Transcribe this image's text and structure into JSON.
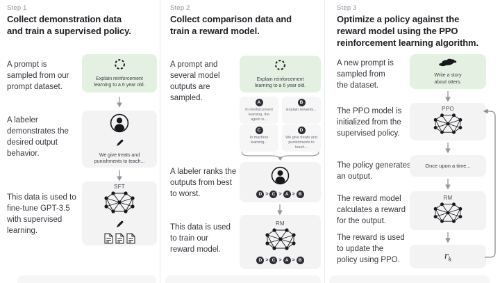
{
  "page": {
    "background": "#ffffff"
  },
  "colors": {
    "green_box": "#e4f1e2",
    "gray_box": "#f3f3f4",
    "grid_box": "#f6f6f7",
    "rank_circle": "#2e2e36",
    "arrow": "#95959f",
    "divider": "#e9e9ec",
    "step_label": "#8f8f9d",
    "heading": "#1f1f24",
    "body_text": "#36373d"
  },
  "icons": {
    "sampling-loop-icon": "dashed circle",
    "labeler-icon": "person in circle",
    "pencil-icon": "pencil",
    "documents-icon": "three documents",
    "neural-network-icon": "node graph",
    "otter-icon": "otter silhouette",
    "down-arrow-icon": "down arrow",
    "brace-icon": "curly brace converging to arrow",
    "feedback-loop-icon": "loop arrow from reward back to policy"
  },
  "columns": [
    {
      "step_label": "Step 1",
      "heading": "Collect demonstration data\nand train a supervised policy.",
      "captions": {
        "prompt": "A prompt is\nsampled from our\nprompt dataset.",
        "labeler": "A labeler\ndemonstrates the\ndesired output\nbehavior.",
        "finetune": "This data is used to\nfine-tune GPT-3.5\nwith supervised\nlearning."
      },
      "prompt_box": {
        "text": "Explain reinforcement\nlearning to a 6 year old."
      },
      "labeler_box": {
        "text": "We give treats and\npunishments to teach..."
      },
      "sft_box": {
        "label": "SFT"
      }
    },
    {
      "step_label": "Step 2",
      "heading": "Collect comparison data and\ntrain a reward model.",
      "captions": {
        "prompt": "A prompt and\nseveral model\noutputs are\nsampled.",
        "ranking": "A labeler ranks the\noutputs from best\nto worst.",
        "training": "This data is used\nto train our\nreward model."
      },
      "prompt_box": {
        "text": "Explain reinforcement\nlearning to a 6 year old."
      },
      "outputs": [
        {
          "label": "A",
          "text": "In reinforcement\nlearning, the\nagent is..."
        },
        {
          "label": "B",
          "text": "Explain rewards..."
        },
        {
          "label": "C",
          "text": "In machine\nlearning..."
        },
        {
          "label": "D",
          "text": "We give treats and\npunishments to\nteach..."
        }
      ],
      "ranking": {
        "order": [
          "D",
          "C",
          "A",
          "B"
        ],
        "separator": ">"
      },
      "rm_box": {
        "label": "RM"
      }
    },
    {
      "step_label": "Step 3",
      "heading": "Optimize a policy against the\nreward model using the PPO\nreinforcement learning algorithm.",
      "captions": {
        "prompt": "A new prompt is\nsampled from\nthe dataset.",
        "init": "The PPO model is\ninitialized from the\nsupervised policy.",
        "output": "The policy generates\nan output.",
        "reward": "The reward model\ncalculates a reward\nfor the output.",
        "update": "The reward is used\nto update the\npolicy using PPO."
      },
      "prompt_box": {
        "text": "Write a story\nabout otters."
      },
      "ppo_box": {
        "label": "PPO"
      },
      "output_box": {
        "text": "Once upon a time..."
      },
      "rm_box": {
        "label": "RM"
      },
      "reward_box": {
        "base": "r",
        "subscript": "k"
      }
    }
  ]
}
